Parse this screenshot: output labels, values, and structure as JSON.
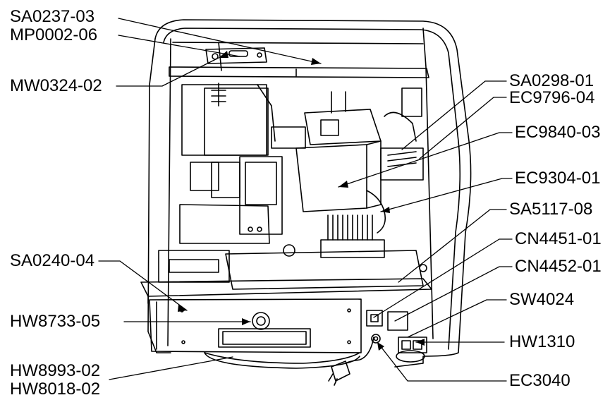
{
  "labels": {
    "sa0237": "SA0237-03",
    "mp0002": "MP0002-06",
    "mw0324": "MW0324-02",
    "sa0298": "SA0298-01",
    "ec9796": "EC9796-04",
    "ec9840": "EC9840-03",
    "ec9304": "EC9304-01",
    "sa5117": "SA5117-08",
    "cn4451": "CN4451-01",
    "cn4452": "CN4452-01",
    "sw4024": "SW4024",
    "hw1310": "HW1310",
    "ec3040": "EC3040",
    "sa0240": "SA0240-04",
    "hw8733": "HW8733-05",
    "hw8993": "HW8993-02",
    "hw8018": "HW8018-02"
  }
}
